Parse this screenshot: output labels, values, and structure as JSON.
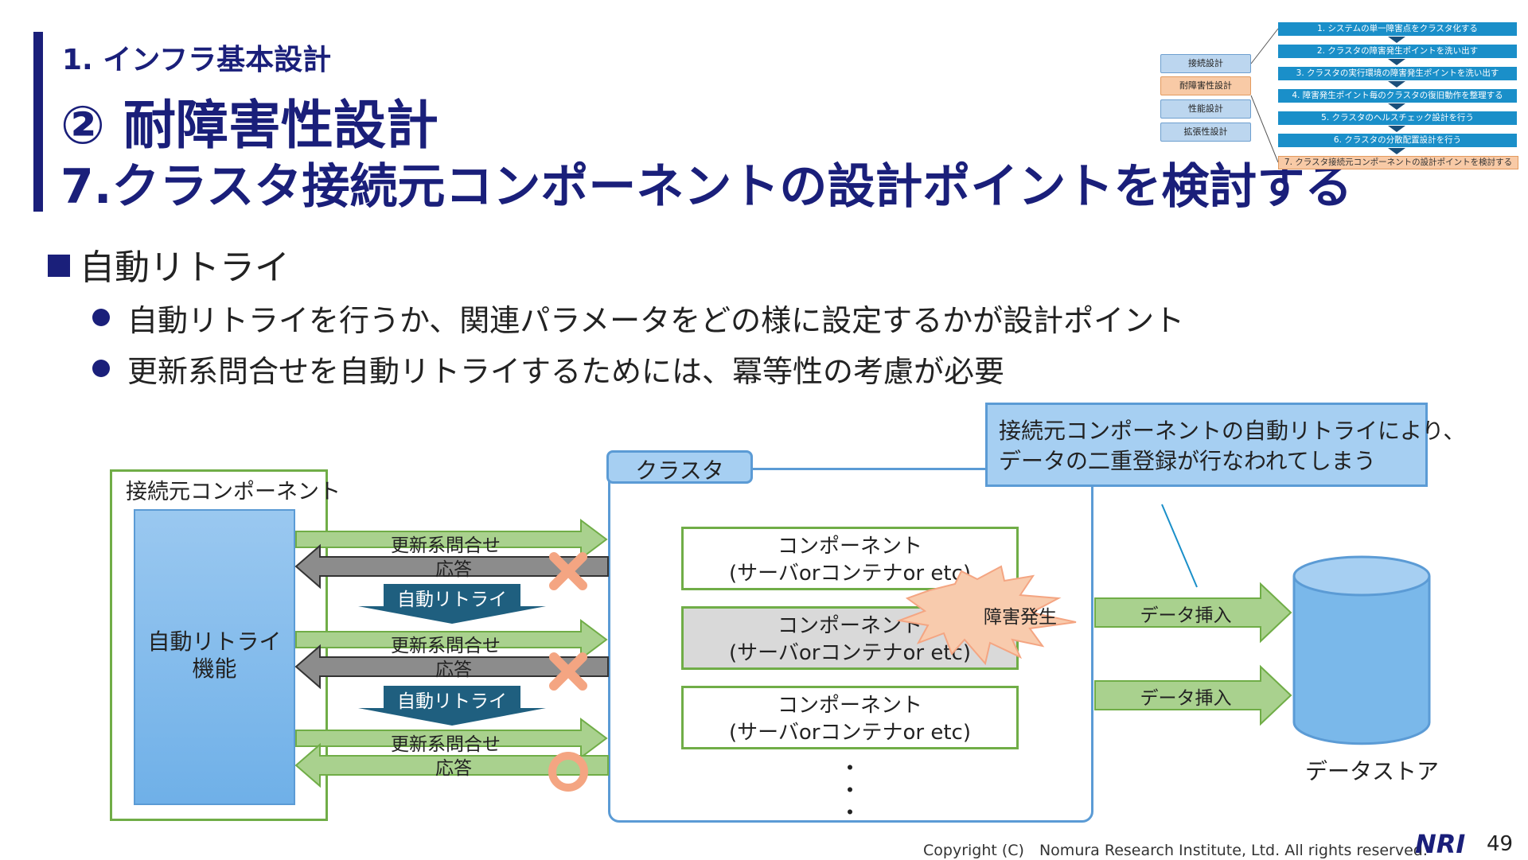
{
  "header": {
    "section": "1. インフラ基本設計",
    "title_line1": "② 耐障害性設計",
    "title_line2": "7.クラスタ接続元コンポーネントの設計ポイントを検討する"
  },
  "nav": {
    "categories": [
      {
        "label": "接続設計",
        "active": false
      },
      {
        "label": "耐障害性設計",
        "active": true
      },
      {
        "label": "性能設計",
        "active": false
      },
      {
        "label": "拡張性設計",
        "active": false
      }
    ],
    "steps": [
      {
        "label": "1. システムの単一障害点をクラスタ化する",
        "active": false
      },
      {
        "label": "2. クラスタの障害発生ポイントを洗い出す",
        "active": false
      },
      {
        "label": "3. クラスタの実行環境の障害発生ポイントを洗い出す",
        "active": false
      },
      {
        "label": "4. 障害発生ポイント毎のクラスタの復旧動作を整理する",
        "active": false
      },
      {
        "label": "5. クラスタのヘルスチェック設計を行う",
        "active": false
      },
      {
        "label": "6. クラスタの分散配置設計を行う",
        "active": false
      },
      {
        "label": "7. クラスタ接続元コンポーネントの設計ポイントを検討する",
        "active": true
      }
    ]
  },
  "content": {
    "heading": "自動リトライ",
    "bullets": [
      "自動リトライを行うか、関連パラメータをどの様に設定するかが設計ポイント",
      "更新系問合せを自動リトライするためには、冪等性の考慮が必要"
    ]
  },
  "diagram": {
    "client_label": "接続元コンポーネント",
    "retry_feature": [
      "自動リトライ",
      "機能"
    ],
    "cluster_label": "クラスタ",
    "request_label": "更新系問合せ",
    "response_label": "応答",
    "retry_label": "自動リトライ",
    "component_label": "コンポーネント",
    "component_sub": "(サーバorコンテナor etc)",
    "failure_label": "障害発生",
    "insert_label": "データ挿入",
    "datastore_label": "データストア",
    "dots": "・",
    "callout": [
      "接続元コンポーネントの自動リトライにより、",
      "データの二重登録が行なわれてしまう"
    ],
    "outcomes": [
      "fail-x-icon",
      "fail-x-icon",
      "success-circle-icon"
    ]
  },
  "footer": {
    "copyright": "Copyright (C)　Nomura Research Institute, Ltd. All rights reserved.",
    "logo": "NRI",
    "page": "49"
  },
  "colors": {
    "navy": "#1a1f7a",
    "green_arrow": "#a9d18e",
    "green_border": "#70ad47",
    "blue_fill": "#a6cff2",
    "blue_border": "#5b9bd5",
    "retry_fill": "#1f5f7f",
    "alert": "#f4b183"
  }
}
